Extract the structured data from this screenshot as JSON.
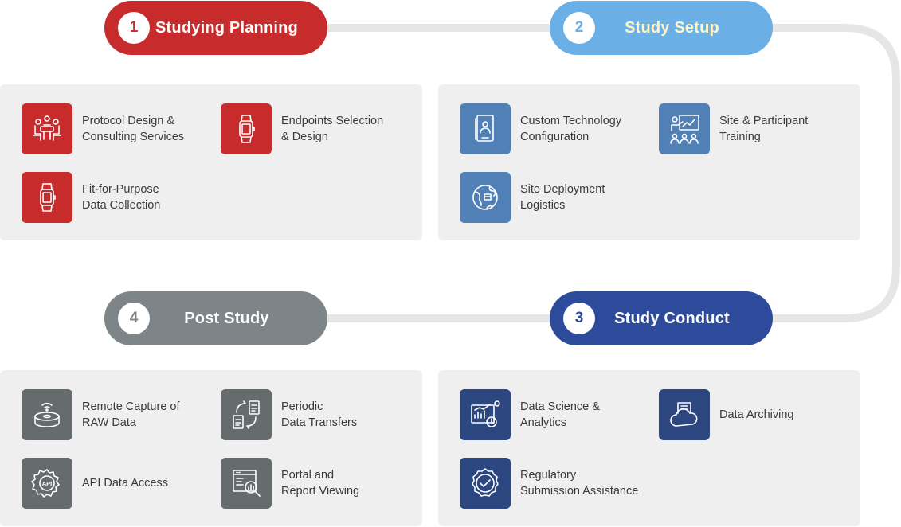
{
  "colors": {
    "phase1": "#c72b2b",
    "phase2": "#6aafe6",
    "phase3": "#2e4a9a",
    "phase4": "#7d8588",
    "connector": "#e6e6e6",
    "panel": "#efefef",
    "tile_red": "#c72b2b",
    "tile_light_blue": "#5080b5",
    "tile_dark_blue": "#2c4680",
    "tile_gray": "#666b6e"
  },
  "phases": [
    {
      "number": "1",
      "title": "Studying Planning",
      "items": [
        {
          "label": "Protocol Design &\nConsulting Services",
          "icon": "meeting-table-icon"
        },
        {
          "label": "Endpoints Selection\n& Design",
          "icon": "smartwatch-icon"
        },
        {
          "label": "Fit-for-Purpose\nData Collection",
          "icon": "smartwatch-icon"
        }
      ]
    },
    {
      "number": "2",
      "title": "Study Setup",
      "items": [
        {
          "label": "Custom Technology\nConfiguration",
          "icon": "tablet-user-icon"
        },
        {
          "label": "Site & Participant\nTraining",
          "icon": "presentation-audience-icon"
        },
        {
          "label": "Site Deployment\nLogistics",
          "icon": "globe-package-icon"
        }
      ]
    },
    {
      "number": "3",
      "title": "Study Conduct",
      "items": [
        {
          "label": "Data Science &\nAnalytics",
          "icon": "analytics-dashboard-icon"
        },
        {
          "label": "Data Archiving",
          "icon": "cloud-document-icon"
        },
        {
          "label": "Regulatory\nSubmission Assistance",
          "icon": "approval-seal-icon"
        }
      ]
    },
    {
      "number": "4",
      "title": "Post Study",
      "items": [
        {
          "label": "Remote Capture of\nRAW Data",
          "icon": "wireless-device-icon"
        },
        {
          "label": "Periodic\nData Transfers",
          "icon": "document-transfer-icon"
        },
        {
          "label": "API Data Access",
          "icon": "api-gear-icon"
        },
        {
          "label": "Portal and\nReport Viewing",
          "icon": "report-magnifier-icon"
        }
      ]
    }
  ]
}
